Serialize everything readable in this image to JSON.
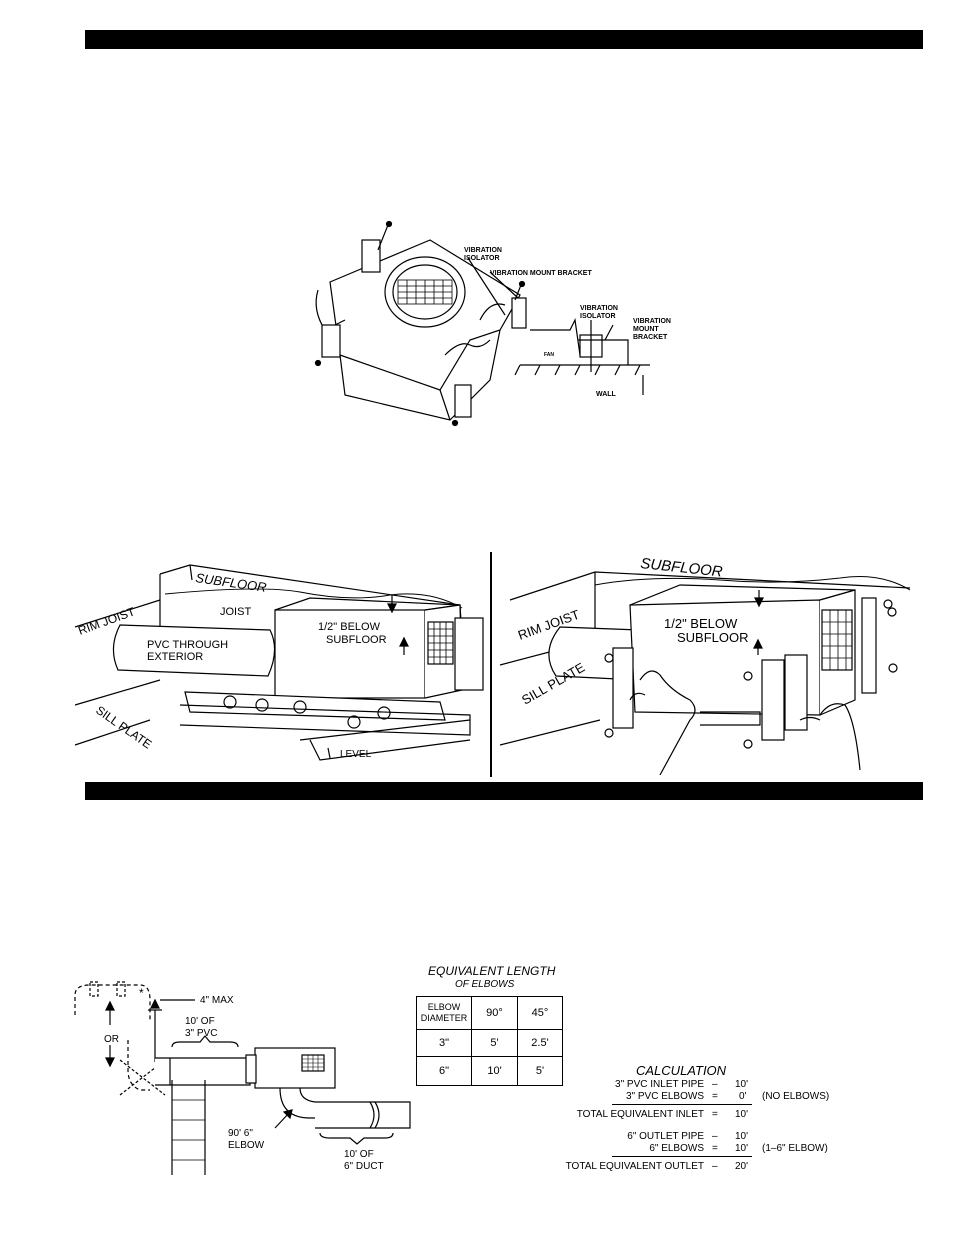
{
  "figure1": {
    "labels": {
      "vibration_isolator_1": "VIBRATION",
      "vibration_isolator_2": "ISOLATOR",
      "vibration_mount_bracket": "VIBRATION MOUNT BRACKET",
      "detail_isolator_1": "VIBRATION",
      "detail_isolator_2": "ISOLATOR",
      "detail_bracket_1": "VIBRATION",
      "detail_bracket_2": "MOUNT",
      "detail_bracket_3": "BRACKET",
      "detail_fan": "FAN",
      "detail_wall": "WALL"
    }
  },
  "figure2": {
    "left": {
      "subfloor": "SUBFLOOR",
      "joist": "JOIST",
      "rim_joist": "RIM JOIST",
      "pvc_1": "PVC THROUGH",
      "pvc_2": "EXTERIOR",
      "below_1": "1/2\" BELOW",
      "below_2": "SUBFLOOR",
      "sill_plate": "SILL PLATE",
      "level": "LEVEL"
    },
    "right": {
      "subfloor": "SUBFLOOR",
      "rim_joist": "RIM JOIST",
      "below_1": "1/2\" BELOW",
      "below_2": "SUBFLOOR",
      "sill_plate": "SILL PLATE"
    }
  },
  "figure3": {
    "labels": {
      "max": "4\" MAX",
      "asterisk": "*",
      "or": "OR",
      "pvc_len_1": "10' OF",
      "pvc_len_2": "3\" PVC",
      "elbow_1": "90' 6\"",
      "elbow_2": "ELBOW",
      "duct_1": "10' OF",
      "duct_2": "6\" DUCT"
    },
    "equivalent_length": {
      "title_1": "EQUIVALENT LENGTH",
      "title_2": "OF ELBOWS",
      "header": [
        "ELBOW DIAMETER",
        "90°",
        "45°"
      ],
      "rows": [
        [
          "3\"",
          "5'",
          "2.5'"
        ],
        [
          "6\"",
          "10'",
          "5'"
        ]
      ]
    },
    "calculation": {
      "title": "CALCULATION",
      "inlet_pipe": {
        "label": "3\" PVC INLET PIPE",
        "op": "–",
        "value": "10'"
      },
      "inlet_elbows": {
        "label": "3\" PVC ELBOWS",
        "op": "=",
        "value": "0'",
        "note": "(NO ELBOWS)"
      },
      "total_inlet": {
        "label": "TOTAL EQUIVALENT INLET",
        "op": "=",
        "value": "10'"
      },
      "outlet_pipe": {
        "label": "6\" OUTLET PIPE",
        "op": "–",
        "value": "10'"
      },
      "outlet_elbows": {
        "label": "6\" ELBOWS",
        "op": "=",
        "value": "10'",
        "note": "(1–6\" ELBOW)"
      },
      "total_outlet": {
        "label": "TOTAL EQUIVALENT OUTLET",
        "op": "–",
        "value": "20'"
      }
    }
  }
}
